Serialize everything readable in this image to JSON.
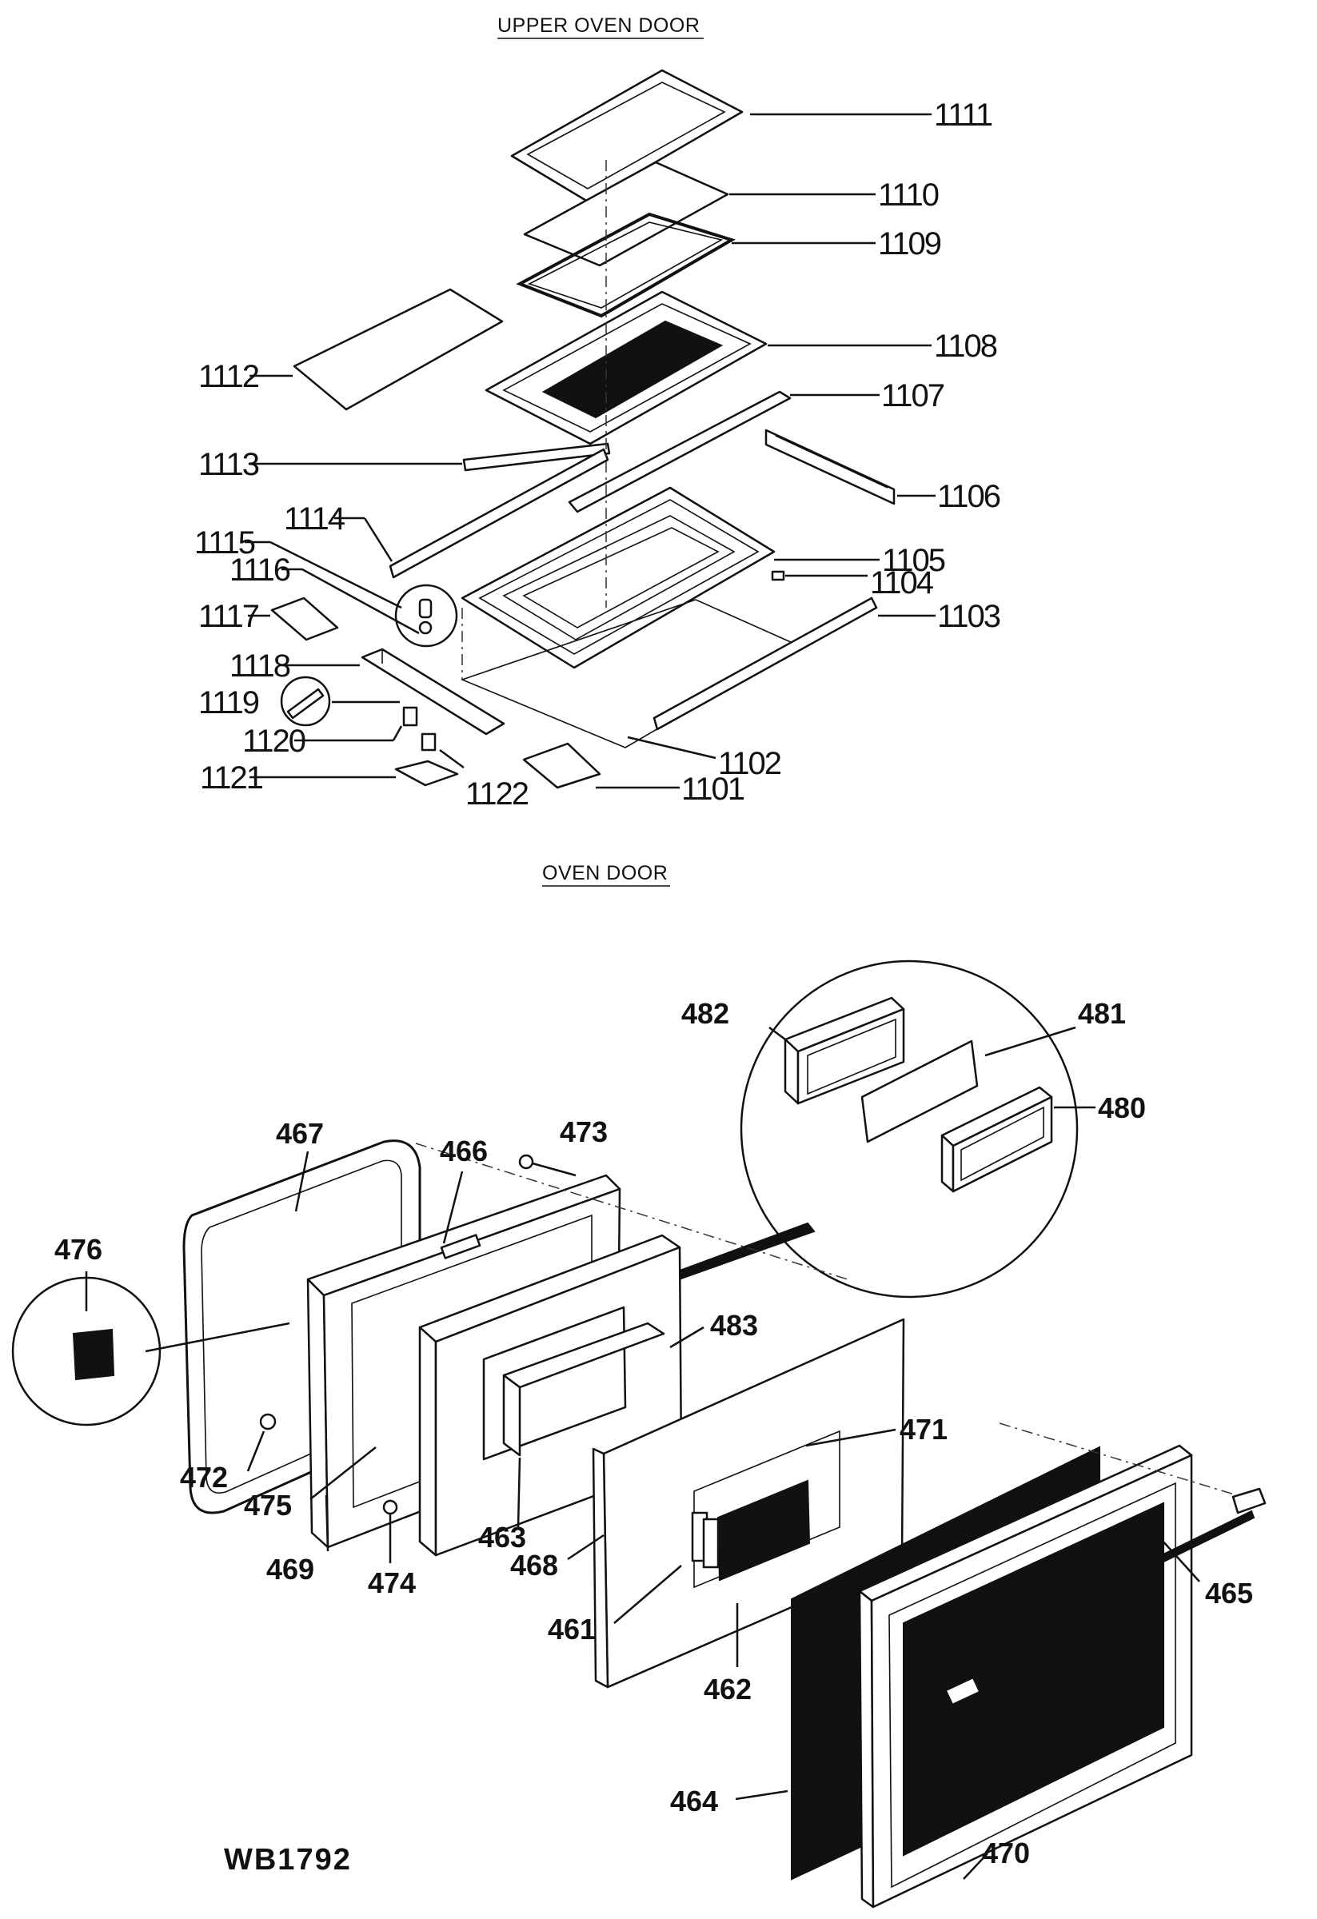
{
  "sections": {
    "upper_title": "UPPER OVEN DOOR",
    "lower_title": "OVEN DOOR"
  },
  "drawing_code": "WB1792",
  "upper_callouts": {
    "c1111": "1111",
    "c1110": "1110",
    "c1109": "1109",
    "c1108": "1108",
    "c1107": "1107",
    "c1106": "1106",
    "c1105": "1105",
    "c1104": "1104",
    "c1103": "1103",
    "c1102": "1102",
    "c1101": "1101",
    "c1112": "1112",
    "c1113": "1113",
    "c1114": "1114",
    "c1115": "1115",
    "c1116": "1116",
    "c1117": "1117",
    "c1118": "1118",
    "c1119": "1119",
    "c1120": "1120",
    "c1121": "1121",
    "c1122": "1122"
  },
  "lower_callouts": {
    "c482": "482",
    "c481": "481",
    "c480": "480",
    "c467": "467",
    "c466": "466",
    "c473": "473",
    "c476": "476",
    "c483": "483",
    "c471": "471",
    "c472": "472",
    "c475": "475",
    "c463": "463",
    "c468": "468",
    "c469": "469",
    "c474": "474",
    "c465": "465",
    "c461": "461",
    "c462": "462",
    "c464": "464",
    "c470": "470"
  }
}
